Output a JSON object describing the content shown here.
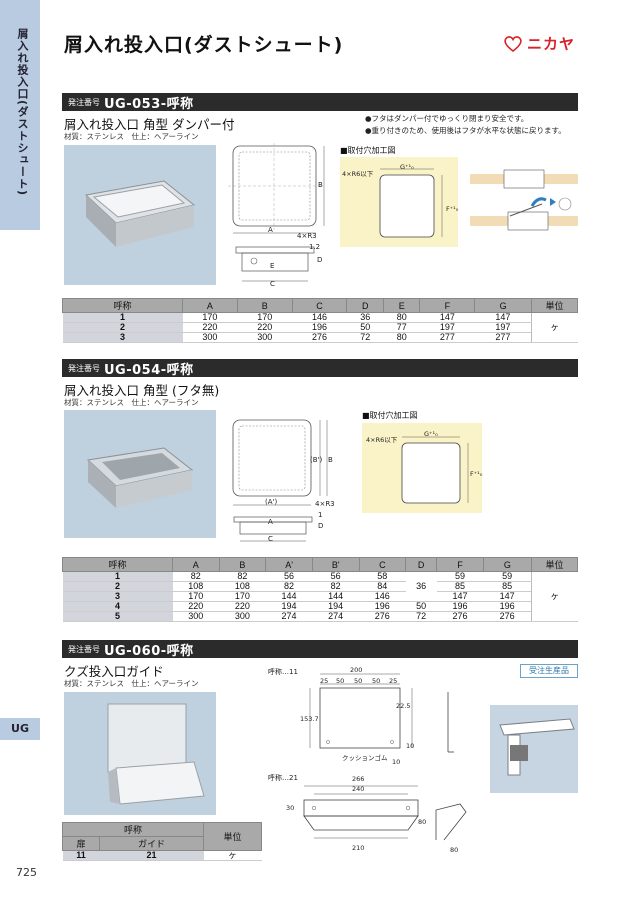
{
  "side": {
    "vertical": "屑入れ投入口(ダストシュート)",
    "tab": "UG"
  },
  "page": {
    "title": "屑入れ投入口(ダストシュート)",
    "number": "725"
  },
  "brand": {
    "name": "ニカヤ",
    "color": "#d8232a"
  },
  "sections": [
    {
      "order_label": "発注番号",
      "code": "UG-053-呼称",
      "name": "屑入れ投入口 角型 ダンパー付",
      "material": "材質：ステンレス　仕上：ヘアーライン",
      "notes": [
        "●フタはダンパー付でゆっくり閉まり安全です。",
        "●重り付きのため、使用後はフタが水平な状態に戻ります。"
      ],
      "mount_title": "■取付穴加工図",
      "mount_labels": {
        "radius": "4×R6以下",
        "g": "G⁺¹₀",
        "f": "F⁺¹₀"
      },
      "drawing_labels": {
        "a": "A",
        "b": "B",
        "r": "4×R3",
        "c": "C",
        "d": "D",
        "e": "E",
        "t": "1.2"
      },
      "table": {
        "headers": [
          "呼称",
          "A",
          "B",
          "C",
          "D",
          "E",
          "F",
          "G",
          "単位"
        ],
        "rows": [
          [
            "1",
            "170",
            "170",
            "146",
            "36",
            "80",
            "147",
            "147"
          ],
          [
            "2",
            "220",
            "220",
            "196",
            "50",
            "77",
            "197",
            "197"
          ],
          [
            "3",
            "300",
            "300",
            "276",
            "72",
            "80",
            "277",
            "277"
          ]
        ],
        "unit": "ヶ"
      }
    },
    {
      "order_label": "発注番号",
      "code": "UG-054-呼称",
      "name": "屑入れ投入口 角型 (フタ無)",
      "material": "材質：ステンレス　仕上：ヘアーライン",
      "mount_title": "■取付穴加工図",
      "mount_labels": {
        "radius": "4×R6以下",
        "g": "G⁺¹₀",
        "f": "F⁺¹₀"
      },
      "drawing_labels": {
        "a": "A",
        "a2": "(A')",
        "b": "B",
        "b2": "(B')",
        "r": "4×R3",
        "c": "C",
        "d": "D",
        "t": "1"
      },
      "table": {
        "headers": [
          "呼称",
          "A",
          "B",
          "A'",
          "B'",
          "C",
          "D",
          "F",
          "G",
          "単位"
        ],
        "rows": [
          [
            "1",
            "82",
            "82",
            "56",
            "56",
            "58",
            "",
            "59",
            "59"
          ],
          [
            "2",
            "108",
            "108",
            "82",
            "82",
            "84",
            "36",
            "85",
            "85"
          ],
          [
            "3",
            "170",
            "170",
            "144",
            "144",
            "146",
            "",
            "147",
            "147"
          ],
          [
            "4",
            "220",
            "220",
            "194",
            "194",
            "196",
            "50",
            "196",
            "196"
          ],
          [
            "5",
            "300",
            "300",
            "274",
            "274",
            "276",
            "72",
            "276",
            "276"
          ]
        ],
        "unit": "ヶ"
      }
    },
    {
      "order_label": "発注番号",
      "code": "UG-060-呼称",
      "name": "クズ投入口ガイド",
      "material": "材質：ステンレス　仕上：ヘアーライン",
      "made_to_order": "受注生産品",
      "drawing": {
        "call11": "呼称…11",
        "call21": "呼称…21",
        "d200": "200",
        "d25a": "25",
        "d50a": "50",
        "d50b": "50",
        "d50c": "50",
        "d25b": "25",
        "d153": "153.7",
        "d22": "22.5",
        "cushion": "クッションゴム",
        "d10a": "10",
        "d10b": "10",
        "d266": "266",
        "d240": "240",
        "d30": "30",
        "d210": "210",
        "d80a": "80",
        "d80b": "80"
      },
      "table": {
        "header_top": "呼称",
        "sub_headers": [
          "扉",
          "ガイド"
        ],
        "unit_header": "単位",
        "row": [
          "11",
          "21"
        ],
        "unit": "ヶ"
      }
    }
  ]
}
